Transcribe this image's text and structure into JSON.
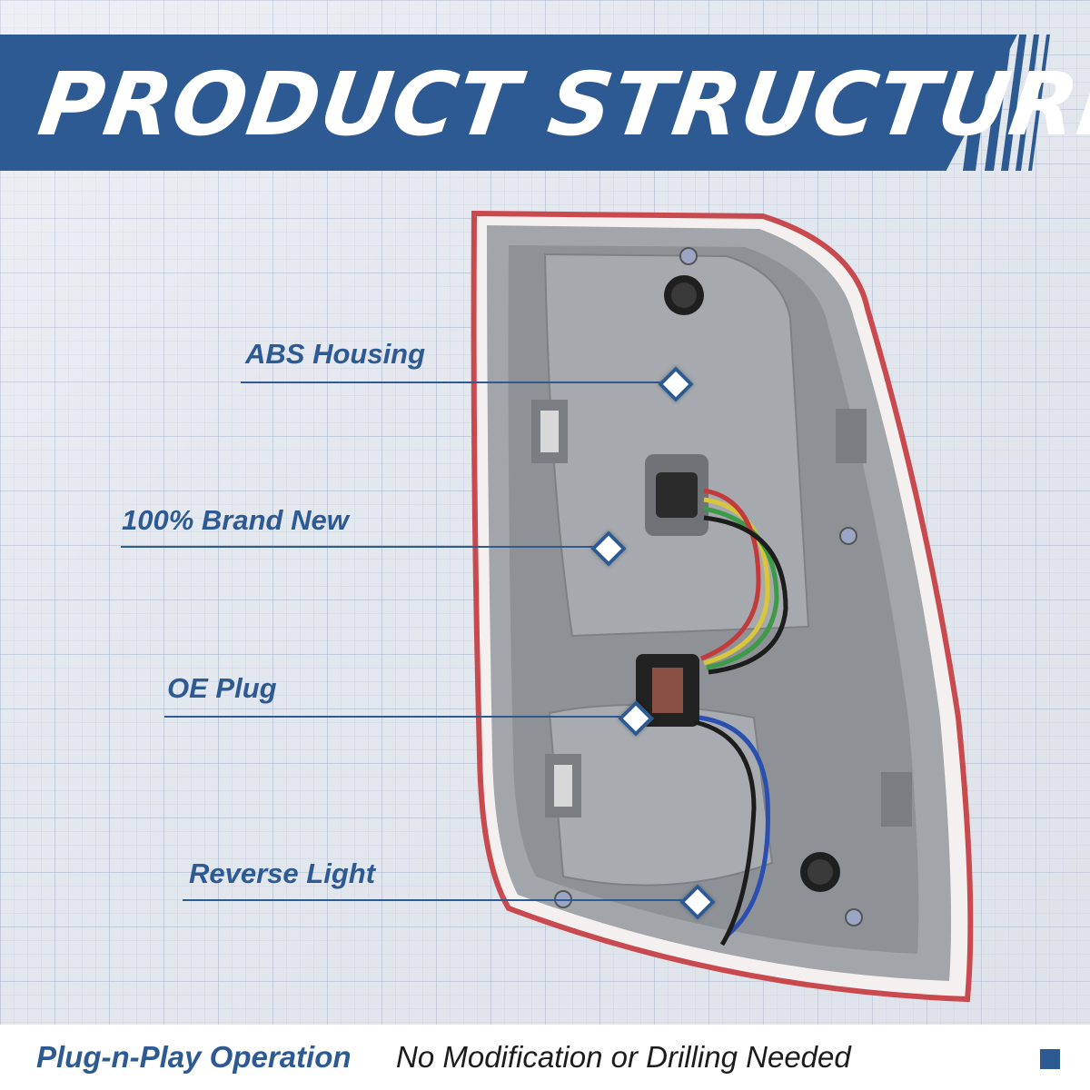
{
  "banner": {
    "title": "PRODUCT STRUCTURE"
  },
  "callouts": [
    {
      "label": "ABS Housing"
    },
    {
      "label": "100% Brand New"
    },
    {
      "label": "OE Plug"
    },
    {
      "label": "Reverse Light"
    }
  ],
  "footer": {
    "highlight": "Plug-n-Play Operation",
    "text": "No Modification or Drilling Needed"
  },
  "colors": {
    "brand": "#2e5a93",
    "housing": "#9da0a4",
    "lens_edge": "#c8494e"
  },
  "icons": {
    "banner_decoration": "diagonal-stripes-icon",
    "callout_marker": "diamond-marker-icon"
  }
}
